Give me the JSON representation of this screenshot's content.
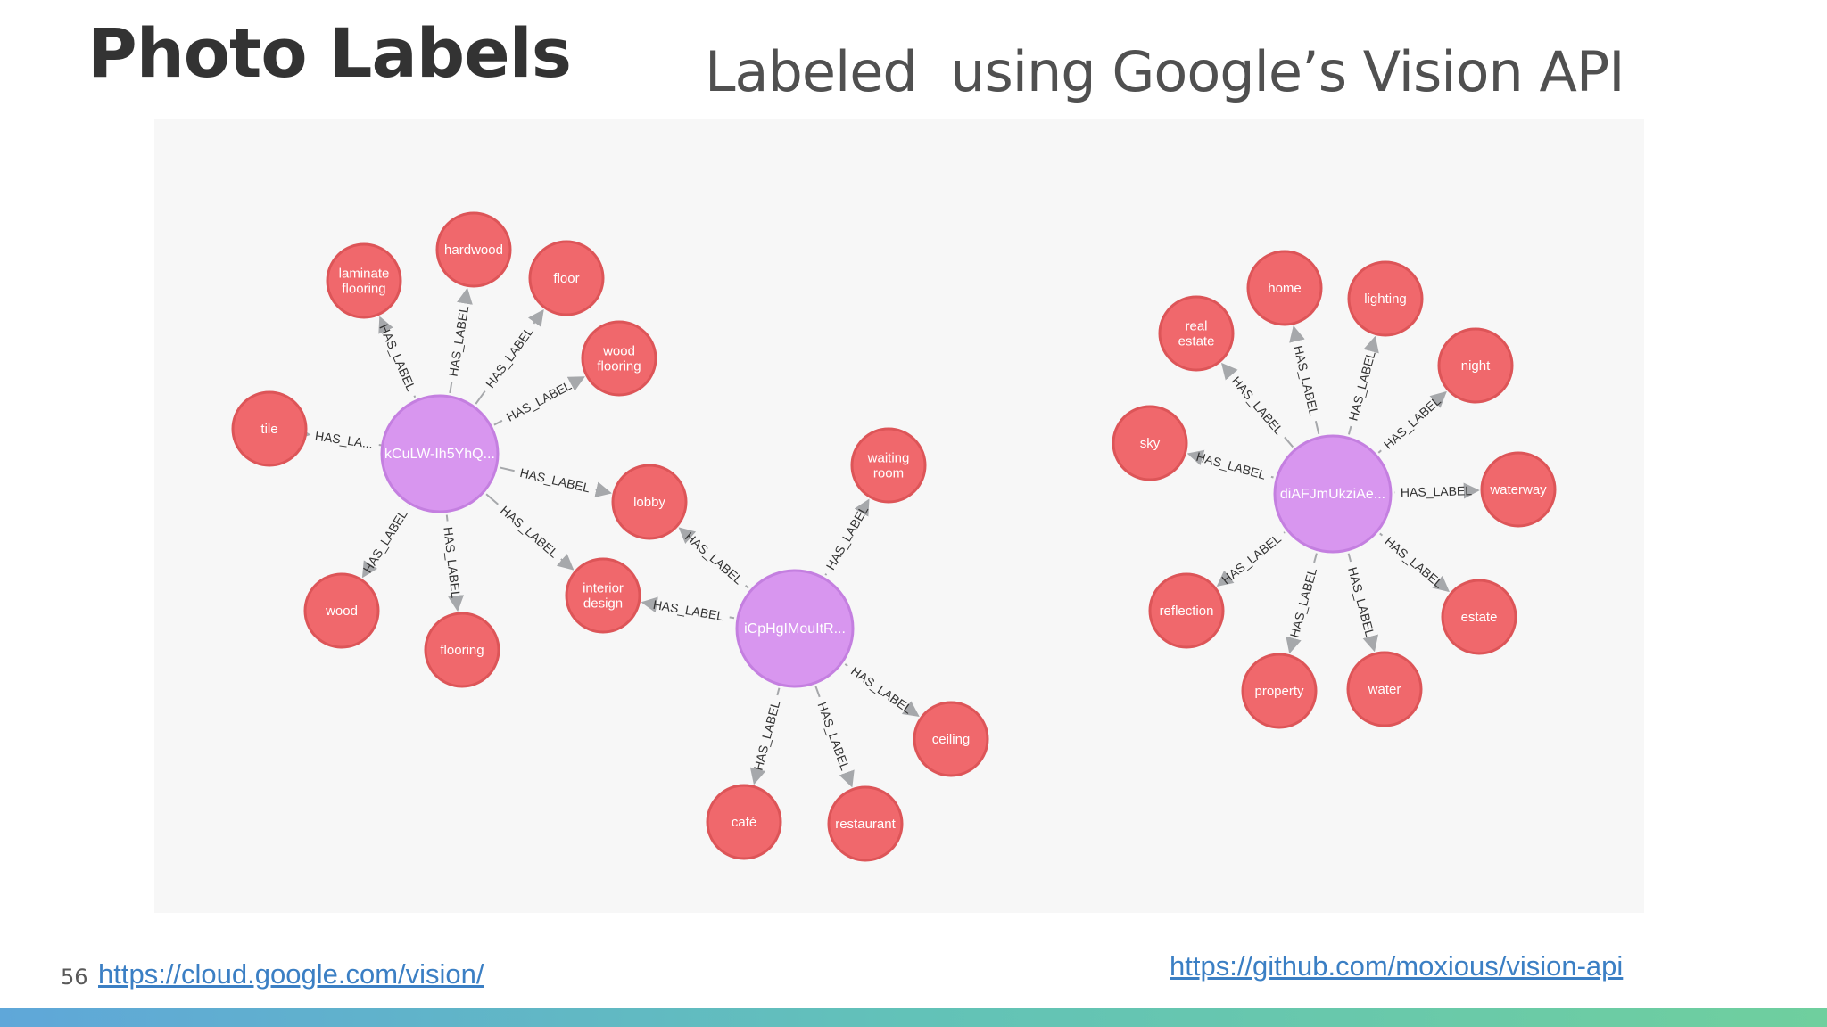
{
  "slide": {
    "title": "Photo Labels",
    "subtitle": "Labeled  using Google’s Vision API",
    "page_number": "56"
  },
  "links": {
    "left": "https://cloud.google.com/vision/",
    "right": "https://github.com/moxious/vision-api"
  },
  "colors": {
    "photo_node": "#d896ef",
    "photo_node_stroke": "#c47fe0",
    "label_node": "#f0686c",
    "label_node_stroke": "#dd5558",
    "edge": "#a6a8ab",
    "panel": "#f7f7f7",
    "footer_gradient": [
      "#5fa7d9",
      "#62c2b8",
      "#6fcf9e"
    ]
  },
  "graph": {
    "relationship": "HAS_LABEL",
    "photos": [
      {
        "id": "p1",
        "label": "kCuLW-Ih5YhQ...",
        "labels": [
          {
            "text": "laminate\nflooring",
            "edge": "HAS_LABEL"
          },
          {
            "text": "hardwood",
            "edge": "HAS_LABEL"
          },
          {
            "text": "floor",
            "edge": "HAS_LABEL"
          },
          {
            "text": "wood\nflooring",
            "edge": "HAS_LABEL"
          },
          {
            "text": "lobby",
            "edge": "HAS_LABEL"
          },
          {
            "text": "interior\ndesign",
            "edge": "HAS_LABEL"
          },
          {
            "text": "flooring",
            "edge": "HAS_LABEL"
          },
          {
            "text": "wood",
            "edge": "HAS_LABEL"
          },
          {
            "text": "tile",
            "edge": "HAS_LA..."
          }
        ]
      },
      {
        "id": "p2",
        "label": "iCpHgIMouItR...",
        "labels": [
          {
            "text": "waiting\nroom",
            "edge": "HAS_LABEL"
          },
          {
            "text": "ceiling",
            "edge": "HAS_LABEL"
          },
          {
            "text": "restaurant",
            "edge": "HAS_LABEL"
          },
          {
            "text": "café",
            "edge": "HAS_LABEL"
          }
        ]
      },
      {
        "id": "p3",
        "label": "diAFJmUkziAe...",
        "labels": [
          {
            "text": "real\nestate",
            "edge": "HAS_LABEL"
          },
          {
            "text": "home",
            "edge": "HAS_LABEL"
          },
          {
            "text": "lighting",
            "edge": "HAS_LABEL"
          },
          {
            "text": "night",
            "edge": "HAS_LABEL"
          },
          {
            "text": "waterway",
            "edge": "HAS_LABEL"
          },
          {
            "text": "estate",
            "edge": "HAS_LABEL"
          },
          {
            "text": "water",
            "edge": "HAS_LABEL"
          },
          {
            "text": "property",
            "edge": "HAS_LABEL"
          },
          {
            "text": "reflection",
            "edge": "HAS_LABEL"
          },
          {
            "text": "sky",
            "edge": "HAS_LABEL"
          }
        ]
      }
    ],
    "shared_edges": [
      {
        "from": "p2",
        "to_label": "lobby",
        "edge": "HAS_LABEL"
      },
      {
        "from": "p2",
        "to_label": "interior\ndesign",
        "edge": "HAS_LABEL"
      }
    ]
  }
}
